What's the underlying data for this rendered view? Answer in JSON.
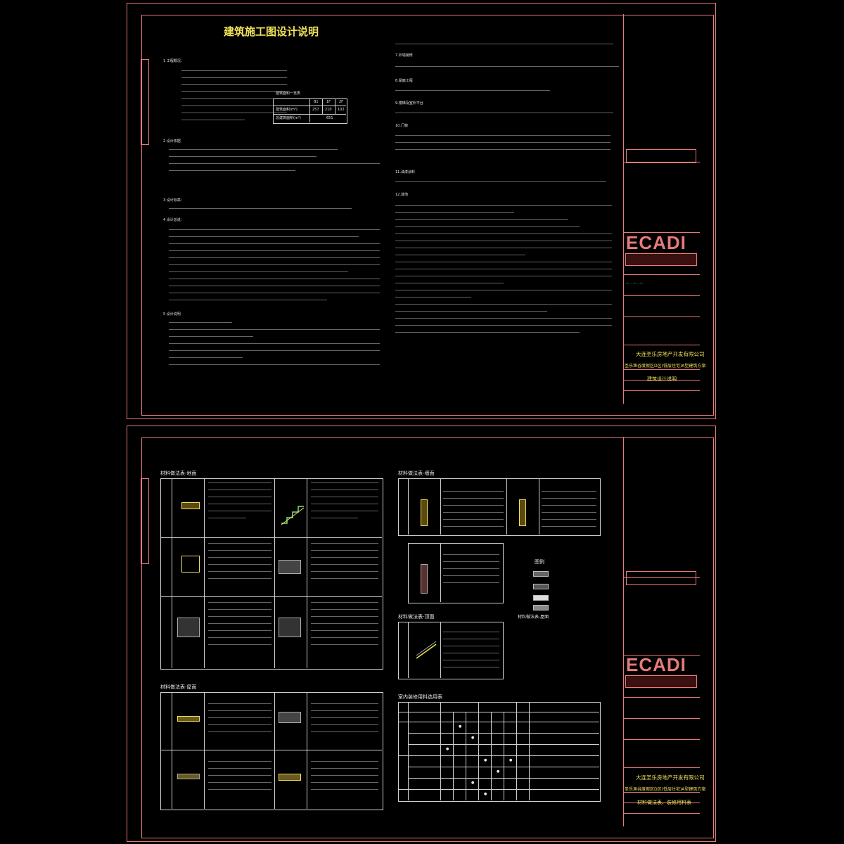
{
  "sheet1": {
    "title": "建筑施工图设计说明",
    "sections": [
      "1 工程概况：",
      "2 设计依据",
      "3 设计标高：",
      "4 设计总说：",
      "5 设计说明"
    ],
    "right_col": {
      "s7": "7.外墙装修",
      "s8": "8.屋面工程",
      "s9": "9.楼梯及室外平台",
      "s10": "10.门窗",
      "s11": "11.油漆涂料",
      "s12": "12.其他"
    },
    "area_table": {
      "title": "建筑面积一览表",
      "headers": [
        "B1",
        "1F",
        "2F"
      ],
      "rows": [
        {
          "label": "建筑面积(m²)",
          "values": [
            "257",
            "210",
            "102"
          ]
        },
        {
          "label": "总建筑面积(m²)",
          "values": [
            "651"
          ]
        }
      ]
    },
    "title_block": {
      "logo": "ECADI",
      "client": "大连圣乐房地产开发有限公司",
      "project": "圣乐渔谷度假区D区(低层住宅)A型建筑方案",
      "drawing": "建筑设计说明"
    }
  },
  "sheet2": {
    "floor_title": "材料做法表-地面",
    "wall_title": "材料做法表-墙面",
    "ceiling_title": "材料做法表-顶面",
    "roof_title": "材料做法表-屋面",
    "usage_title": "室内装修用料选用表",
    "legend_title": "图例",
    "title_block": {
      "logo": "ECADI",
      "client": "大连圣乐房地产开发有限公司",
      "project": "圣乐渔谷度假区D区(低层住宅)A型建筑方案",
      "drawing": "材料做法表、装修用料表"
    }
  },
  "colors": {
    "frame": "#e87a7a",
    "yellow": "#f0e05a",
    "green": "#80e080",
    "cyan": "#6ee0f0"
  }
}
